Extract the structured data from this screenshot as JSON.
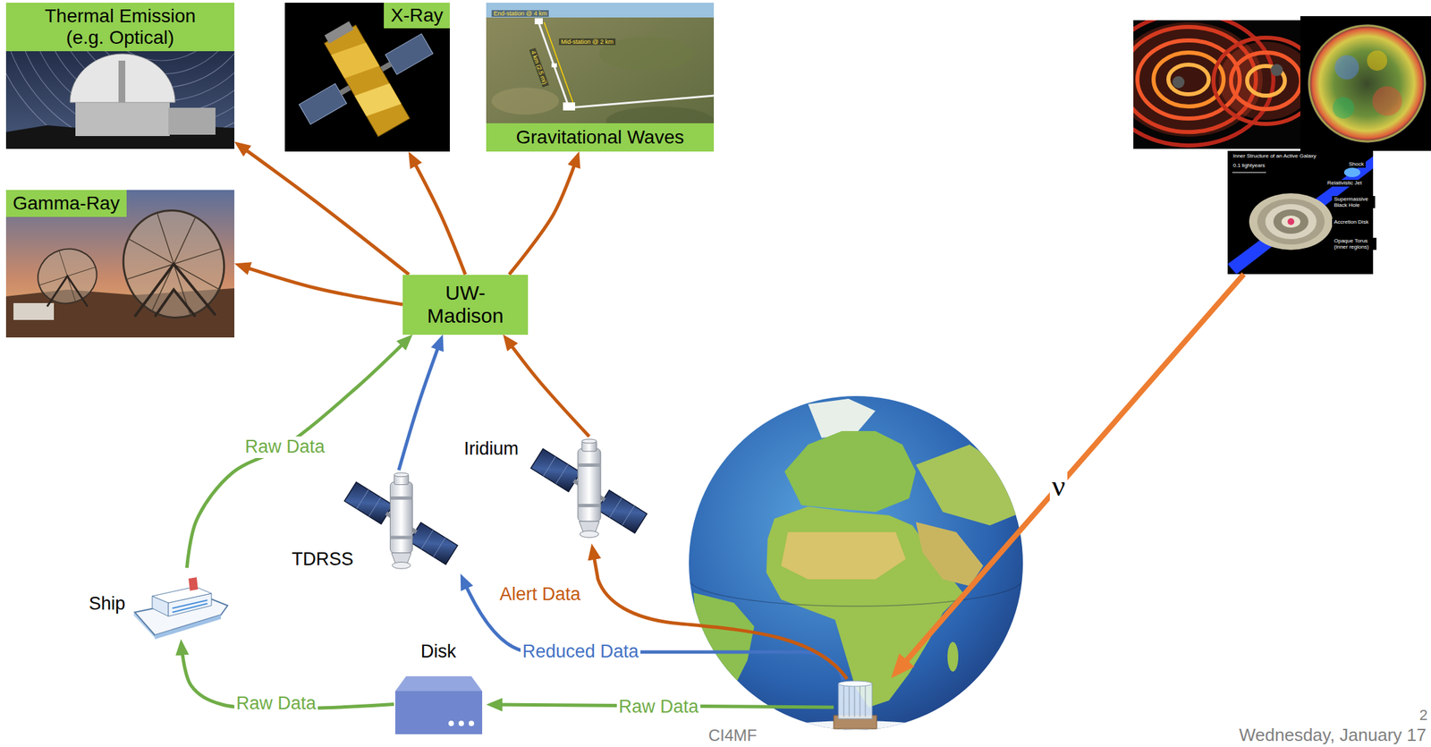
{
  "diagram": {
    "nodes": [
      {
        "text": [
          "Thermal Emission (e.g. Optical)"
        ]
      },
      {
        "text": [
          "X-Ray"
        ]
      },
      {
        "text": [
          "Gravitational Waves"
        ]
      },
      {
        "text": [
          "Gamma-Ray"
        ]
      },
      {
        "text": [
          "UW- Madison"
        ]
      },
      {
        "text": [
          "Iridium"
        ]
      },
      {
        "text": [
          "TDRSS"
        ]
      },
      {
        "text": [
          "Ship"
        ]
      },
      {
        "text": [
          "Disk"
        ]
      }
    ],
    "edges": [
      {
        "from": 4,
        "to": 0,
        "arrow": "to"
      },
      {
        "from": 4,
        "to": 1,
        "arrow": "to"
      },
      {
        "from": 4,
        "to": 2,
        "arrow": "to"
      },
      {
        "from": 4,
        "to": 3,
        "arrow": "to"
      },
      {
        "from": 7,
        "to": 4,
        "label": "Raw Data",
        "arrow": "to"
      },
      {
        "from": 6,
        "to": 4,
        "arrow": "to"
      },
      {
        "from": 5,
        "to": 4,
        "arrow": "to"
      },
      {
        "from": 8,
        "to": 7,
        "label": "Raw Data",
        "arrow": "to"
      }
    ],
    "labels": [
      "Raw Data",
      "Reduced Data",
      "Alert Data",
      "ν",
      "End-station @ 4 km",
      "Mid-station @ 2 km",
      "4 km (2.5 mi)",
      "Inner Structure of an Active Galaxy",
      "0.1 lightyears",
      "Shock",
      "Relativistic Jet",
      "Supermassive Black Hole",
      "Accretion Disk",
      "Opaque Torus (inner regions)",
      "CI4MF",
      "Wednesday, January 17",
      "2"
    ]
  }
}
